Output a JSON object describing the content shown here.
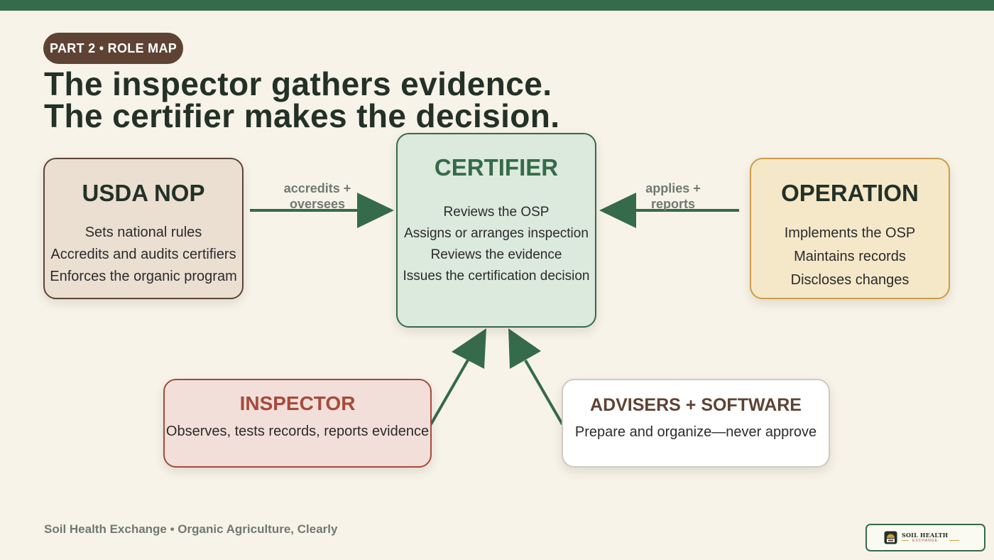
{
  "section_pill": "PART 2 • ROLE MAP",
  "headline": {
    "line1": "The inspector gathers evidence.",
    "line2": "The certifier makes the decision."
  },
  "nodes": {
    "nop": {
      "title": "USDA NOP",
      "lines": [
        "Sets national rules",
        "Accredits and audits certifiers",
        "Enforces the organic program"
      ]
    },
    "certifier": {
      "title": "CERTIFIER",
      "lines": [
        "Reviews the OSP",
        "Assigns or arranges inspection",
        "Reviews the evidence",
        "Issues the certification decision"
      ]
    },
    "operation": {
      "title": "OPERATION",
      "lines": [
        "Implements the OSP",
        "Maintains records",
        "Discloses changes"
      ]
    },
    "inspector": {
      "title": "INSPECTOR",
      "lines": [
        "Observes, tests records, reports evidence"
      ]
    },
    "advisers": {
      "title": "ADVISERS + SOFTWARE",
      "lines": [
        "Prepare and organize—never approve"
      ]
    }
  },
  "edges": {
    "nop_to_certifier": "accredits + oversees",
    "operation_to_certifier": "applies + reports"
  },
  "footer": "Soil Health Exchange • Organic Agriculture, Clearly",
  "logo": {
    "text": "SOIL HEALTH",
    "subtext": "EXCHANGE"
  },
  "colors": {
    "background": "#f7f3e8",
    "accent_green": "#356b4a",
    "brown": "#5e4334",
    "inspector_red": "#a64a3c",
    "operation_gold": "#cf9c45"
  }
}
